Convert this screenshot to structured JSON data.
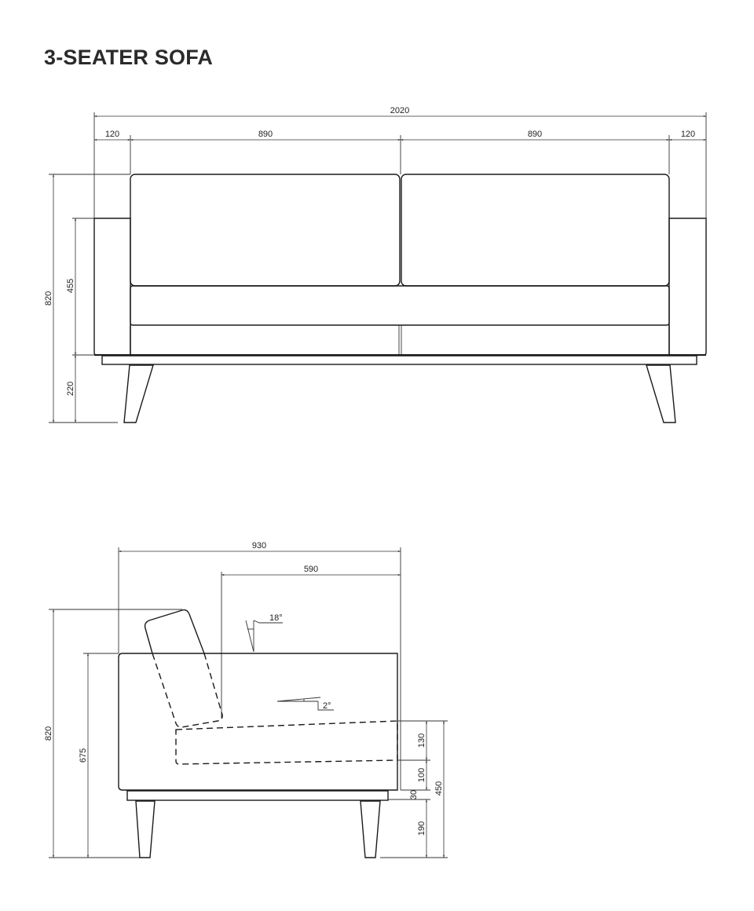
{
  "title": "3-SEATER SOFA",
  "front_view": {
    "overall_width": "2020",
    "armrest_left": "120",
    "seat_left": "890",
    "seat_right": "890",
    "armrest_right": "120",
    "total_height": "820",
    "arm_height": "455",
    "leg_height": "220"
  },
  "side_view": {
    "overall_depth": "930",
    "seat_depth": "590",
    "backrest_angle": "18°",
    "seat_angle": "2°",
    "total_height": "820",
    "arm_height": "675",
    "cushion_thickness": "130",
    "seat_base": "100",
    "frame_base": "30",
    "seat_height": "450",
    "leg_height": "190"
  },
  "colors": {
    "line": "#1a1a1a",
    "title": "#2b2b2b",
    "background": "#ffffff"
  }
}
